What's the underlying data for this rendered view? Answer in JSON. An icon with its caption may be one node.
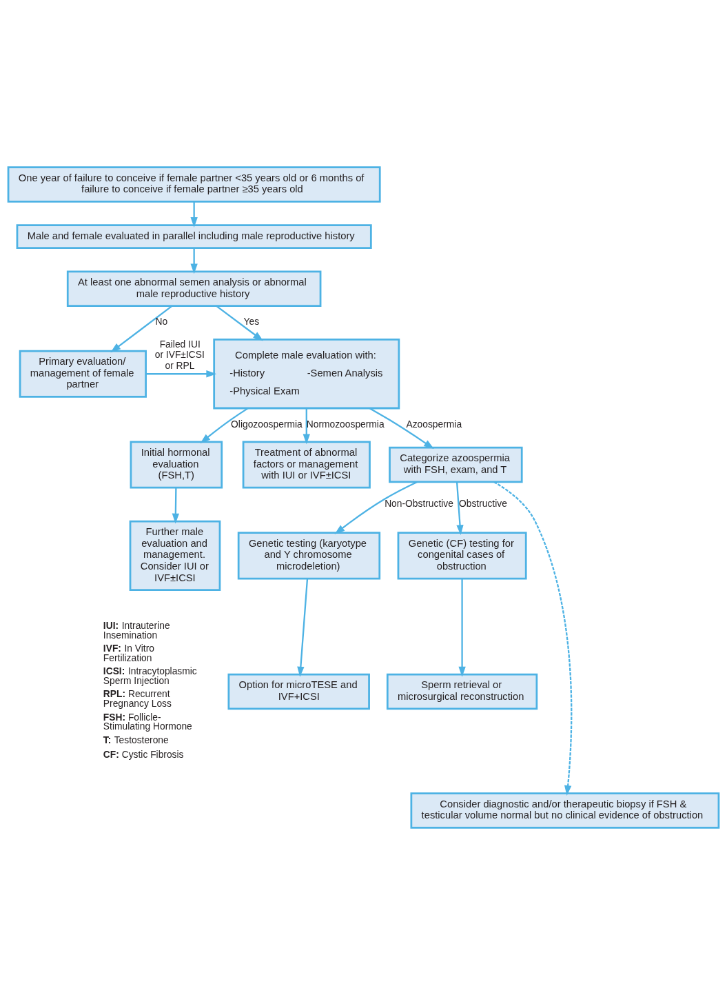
{
  "diagram": {
    "nodes": [
      {
        "text": [
          "One year of failure to conceive if female partner <35 years old or 6 months of failure to conceive if female partner ≥35 years old"
        ]
      },
      {
        "text": [
          "Male and female evaluated in parallel including male reproductive history"
        ]
      },
      {
        "text": [
          "At least one abnormal semen analysis or abnormal male reproductive history"
        ]
      },
      {
        "text": [
          "Primary evaluation/ management of female partner"
        ]
      },
      {
        "text": [
          "Complete male evaluation with:",
          "-History",
          "-Semen Analysis",
          "-Physical Exam"
        ]
      },
      {
        "text": [
          "Initial hormonal evaluation",
          "(FSH,T)"
        ]
      },
      {
        "text": [
          "Further male evaluation and management. Consider IUI or IVF±ICSI"
        ]
      },
      {
        "text": [
          "Treatment of abnormal factors or management with IUI or IVF±ICSI"
        ]
      },
      {
        "text": [
          "Categorize azoospermia with FSH, exam, and T"
        ]
      },
      {
        "text": [
          "Genetic testing (karyotype and Y chromosome microdeletion)"
        ]
      },
      {
        "text": [
          "Genetic (CF) testing for congenital cases of obstruction"
        ]
      },
      {
        "text": [
          "Option for microTESE and IVF+ICSI"
        ]
      },
      {
        "text": [
          "Sperm retrieval or microsurgical reconstruction"
        ]
      },
      {
        "text": [
          "Consider diagnostic and/or therapeutic biopsy if FSH & testicular volume normal but no clinical evidence of obstruction"
        ]
      }
    ],
    "edges": [
      {
        "from": 0,
        "to": 1,
        "arrow": "to"
      },
      {
        "from": 1,
        "to": 2,
        "arrow": "to"
      },
      {
        "from": 2,
        "to": 3,
        "arrow": "to",
        "label": "No"
      },
      {
        "from": 2,
        "to": 4,
        "arrow": "to",
        "label": "Yes"
      },
      {
        "from": 3,
        "to": 4,
        "arrow": "to",
        "label": "Failed IUI or IVF±ICSI or RPL"
      },
      {
        "from": 4,
        "to": 5,
        "arrow": "to",
        "label": "Oligozoospermia"
      },
      {
        "from": 4,
        "to": 7,
        "arrow": "to",
        "label": "Normozoospermia"
      },
      {
        "from": 4,
        "to": 8,
        "arrow": "to",
        "label": "Azoospermia"
      },
      {
        "from": 5,
        "to": 6,
        "arrow": "to"
      },
      {
        "from": 8,
        "to": 9,
        "arrow": "to",
        "label": "Non-Obstructive"
      },
      {
        "from": 8,
        "to": 10,
        "arrow": "to",
        "label": "Obstructive"
      },
      {
        "from": 8,
        "to": 13,
        "arrow": "to",
        "style": "dashed"
      },
      {
        "from": 9,
        "to": 11,
        "arrow": "to"
      },
      {
        "from": 10,
        "to": 12,
        "arrow": "to"
      }
    ],
    "labels": [
      "**IUI:** Intrauterine Insemination",
      "**IVF:** In Vitro Fertilization",
      "**ICSI:** Intracytoplasmic Sperm Injection",
      "**RPL:** Recurrent Pregnancy Loss",
      "**FSH:** Follicle-Stimulating Hormone",
      "**T:** Testosterone",
      "**CF:** Cystic Fibrosis"
    ]
  }
}
